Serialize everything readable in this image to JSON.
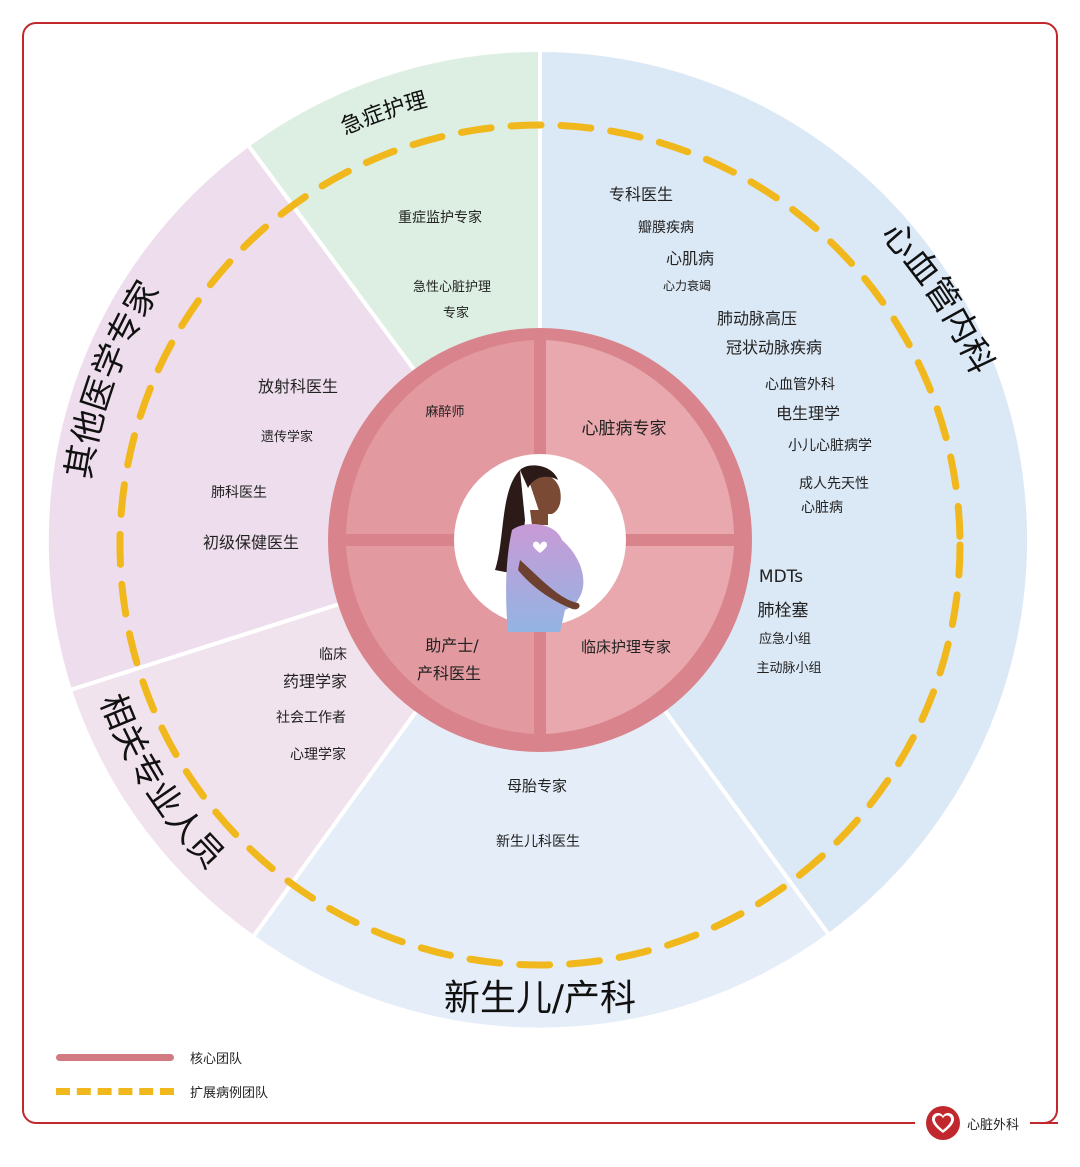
{
  "sectors": {
    "emergency": "急症护理",
    "cardiology": "心血管内科",
    "other": "其他医学专家",
    "allied": "相关专业人员",
    "neonatal": "新生儿/产科"
  },
  "core": {
    "anesthesia": "麻醉师",
    "cardiologist": "心脏病专家",
    "midwife_1": "助产士/",
    "midwife_2": "产科医生",
    "nurse": "临床护理专家"
  },
  "emergency_items": [
    "重症监护专家",
    "急性心脏护理",
    "专家"
  ],
  "cardiology_items": [
    "专科医生",
    "瓣膜疾病",
    "心肌病",
    "心力衰竭",
    "肺动脉高压",
    "冠状动脉疾病",
    "心血管外科",
    "电生理学",
    "小儿心脏病学",
    "成人先天性",
    "心脏病",
    "MDTs",
    "肺栓塞",
    "应急小组",
    "主动脉小组"
  ],
  "other_items": [
    "放射科医生",
    "遗传学家",
    "肺科医生",
    "初级保健医生"
  ],
  "allied_items": [
    "临床",
    "药理学家",
    "社会工作者",
    "心理学家"
  ],
  "neonatal_items": [
    "母胎专家",
    "新生儿科医生"
  ],
  "legend": {
    "core": "核心团队",
    "extended": "扩展病例团队"
  },
  "brand": {
    "name": "心脏外科"
  },
  "colors": {
    "cardiology": "#dbe8f5",
    "emergency": "#dcefe2",
    "other": "#eedeed",
    "allied": "#f1e3ee",
    "neonatal": "#e5eef8",
    "core": "#d9848c",
    "core_tile": "#e8a8ad",
    "dash": "#f1b81d",
    "frame": "#c0282d",
    "brand_heart": "#c0282d"
  },
  "center_icon": "pregnant-woman-icon"
}
